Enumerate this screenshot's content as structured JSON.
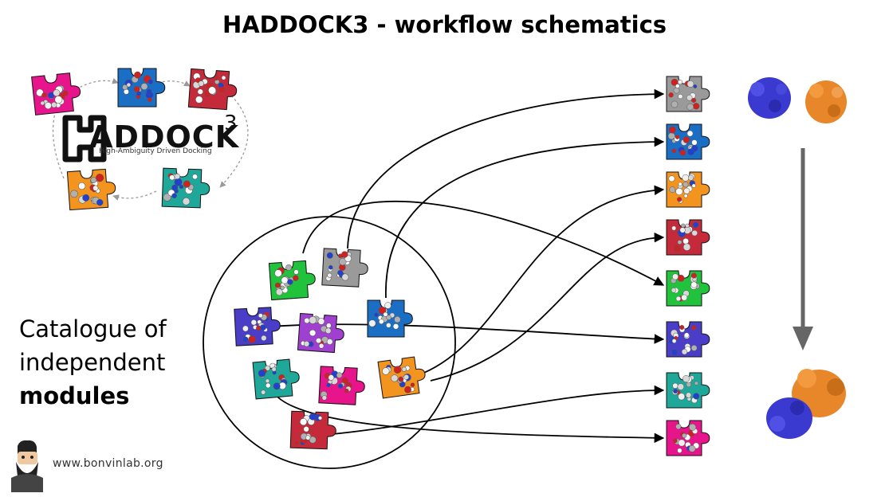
{
  "title": "HADDOCK3 - workflow schematics",
  "logo": {
    "word": "ADDOCK",
    "superscript": "3",
    "subtitle": "High-Ambiguity Driven Docking"
  },
  "catalogue": {
    "line1": "Catalogue of",
    "line2": "independent",
    "line3": "modules"
  },
  "website": "www.bonvinlab.org",
  "colors": {
    "magenta": "#e8148c",
    "blue": "#1a6fc4",
    "red": "#c42a3a",
    "orange": "#f2941e",
    "teal": "#1fa79a",
    "green": "#22c33c",
    "purple": "#a040d0",
    "indigo": "#4a3ec8",
    "gray": "#9a9a9a",
    "protein_blue": "#3a3ad0",
    "protein_orange": "#e8862a"
  },
  "logo_cycle_pieces": [
    "magenta",
    "blue",
    "red",
    "teal",
    "orange"
  ],
  "catalogue_pieces": [
    "green",
    "gray",
    "indigo",
    "purple",
    "blue",
    "teal",
    "magenta",
    "orange",
    "red"
  ],
  "workflow_pieces": [
    "gray",
    "blue",
    "orange",
    "red",
    "green",
    "indigo",
    "teal",
    "magenta"
  ]
}
